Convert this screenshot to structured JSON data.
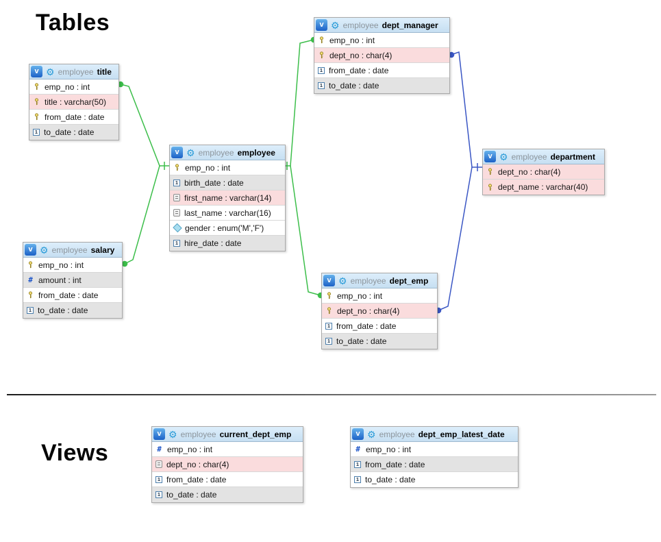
{
  "headings": {
    "tables": "Tables",
    "views": "Views"
  },
  "icons": {
    "badge": "v",
    "gear": "⚙",
    "numeric": "#",
    "date": "1"
  },
  "colors": {
    "green_relation": "#3cbe4a",
    "blue_relation": "#3a56c4",
    "header_background": "#cfe4f5",
    "pink_row": "#fadcdd",
    "gray_row": "#e3e3e3",
    "badge_blue": "#2b6fd0",
    "gear_cyan": "#2b9cd8",
    "key_yellow": "#f5df76"
  },
  "diagram": {
    "entities": [
      {
        "schema": "employee",
        "name": "title",
        "kind": "table",
        "columns": [
          {
            "label": "emp_no : int",
            "icon": "primary-key",
            "highlight": "none"
          },
          {
            "label": "title : varchar(50)",
            "icon": "primary-key",
            "highlight": "pink"
          },
          {
            "label": "from_date : date",
            "icon": "primary-key",
            "highlight": "none"
          },
          {
            "label": "to_date : date",
            "icon": "date",
            "highlight": "gray"
          }
        ]
      },
      {
        "schema": "employee",
        "name": "employee",
        "kind": "table",
        "columns": [
          {
            "label": "emp_no : int",
            "icon": "primary-key",
            "highlight": "none"
          },
          {
            "label": "birth_date : date",
            "icon": "date",
            "highlight": "gray"
          },
          {
            "label": "first_name : varchar(14)",
            "icon": "text",
            "highlight": "pink"
          },
          {
            "label": "last_name : varchar(16)",
            "icon": "text",
            "highlight": "none"
          },
          {
            "label": "gender : enum('M','F')",
            "icon": "enum",
            "highlight": "none"
          },
          {
            "label": "hire_date : date",
            "icon": "date",
            "highlight": "gray"
          }
        ]
      },
      {
        "schema": "employee",
        "name": "salary",
        "kind": "table",
        "columns": [
          {
            "label": "emp_no : int",
            "icon": "primary-key",
            "highlight": "none"
          },
          {
            "label": "amount : int",
            "icon": "numeric",
            "highlight": "gray"
          },
          {
            "label": "from_date : date",
            "icon": "primary-key",
            "highlight": "none"
          },
          {
            "label": "to_date : date",
            "icon": "date",
            "highlight": "gray"
          }
        ]
      },
      {
        "schema": "employee",
        "name": "dept_manager",
        "kind": "table",
        "columns": [
          {
            "label": "emp_no : int",
            "icon": "primary-key",
            "highlight": "none"
          },
          {
            "label": "dept_no : char(4)",
            "icon": "primary-key",
            "highlight": "pink"
          },
          {
            "label": "from_date : date",
            "icon": "date",
            "highlight": "none"
          },
          {
            "label": "to_date : date",
            "icon": "date",
            "highlight": "gray"
          }
        ]
      },
      {
        "schema": "employee",
        "name": "dept_emp",
        "kind": "table",
        "columns": [
          {
            "label": "emp_no : int",
            "icon": "primary-key",
            "highlight": "none"
          },
          {
            "label": "dept_no : char(4)",
            "icon": "primary-key",
            "highlight": "pink"
          },
          {
            "label": "from_date : date",
            "icon": "date",
            "highlight": "none"
          },
          {
            "label": "to_date : date",
            "icon": "date",
            "highlight": "gray"
          }
        ]
      },
      {
        "schema": "employee",
        "name": "department",
        "kind": "table",
        "columns": [
          {
            "label": "dept_no : char(4)",
            "icon": "primary-key",
            "highlight": "pink"
          },
          {
            "label": "dept_name : varchar(40)",
            "icon": "primary-key",
            "highlight": "pink"
          }
        ]
      },
      {
        "schema": "employee",
        "name": "current_dept_emp",
        "kind": "view",
        "columns": [
          {
            "label": "emp_no : int",
            "icon": "numeric",
            "highlight": "none"
          },
          {
            "label": "dept_no : char(4)",
            "icon": "text",
            "highlight": "pink"
          },
          {
            "label": "from_date : date",
            "icon": "date",
            "highlight": "none"
          },
          {
            "label": "to_date : date",
            "icon": "date",
            "highlight": "gray"
          }
        ]
      },
      {
        "schema": "employee",
        "name": "dept_emp_latest_date",
        "kind": "view",
        "columns": [
          {
            "label": "emp_no : int",
            "icon": "numeric",
            "highlight": "none"
          },
          {
            "label": "from_date : date",
            "icon": "date",
            "highlight": "gray"
          },
          {
            "label": "to_date : date",
            "icon": "date",
            "highlight": "none"
          }
        ]
      }
    ],
    "relations": [
      {
        "from": "title",
        "to": "employee",
        "color_role": "green_relation"
      },
      {
        "from": "salary",
        "to": "employee",
        "color_role": "green_relation"
      },
      {
        "from": "dept_manager",
        "to": "employee",
        "color_role": "green_relation"
      },
      {
        "from": "dept_emp",
        "to": "employee",
        "color_role": "green_relation"
      },
      {
        "from": "dept_manager",
        "to": "department",
        "color_role": "blue_relation"
      },
      {
        "from": "dept_emp",
        "to": "department",
        "color_role": "blue_relation"
      }
    ]
  }
}
